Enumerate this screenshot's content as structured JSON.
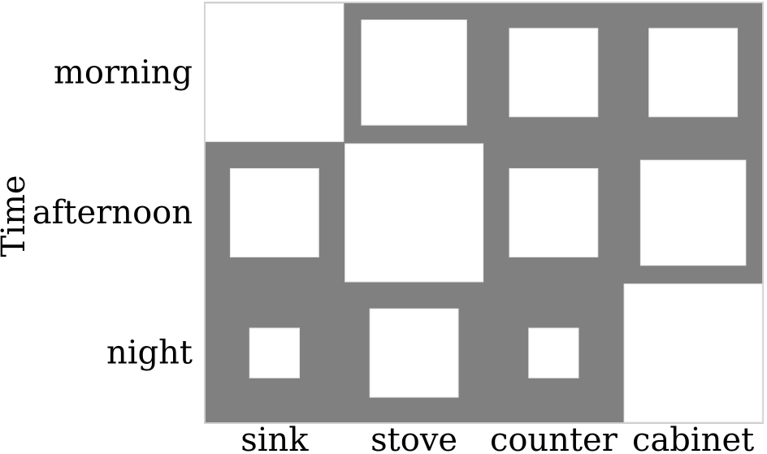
{
  "chart_data": {
    "type": "heatmap",
    "title": "",
    "xlabel": "",
    "ylabel": "Time",
    "x_categories": [
      "sink",
      "stove",
      "counter",
      "cabinet"
    ],
    "y_categories": [
      "morning",
      "afternoon",
      "night"
    ],
    "values": [
      [
        1.0,
        0.58,
        0.41,
        0.41
      ],
      [
        0.41,
        1.0,
        0.41,
        0.58
      ],
      [
        0.13,
        0.41,
        0.13,
        1.0
      ]
    ],
    "encoding": "white square size proportional to value (Hinton diagram)",
    "background_color": "#808080",
    "square_color": "#ffffff",
    "grid": false
  }
}
